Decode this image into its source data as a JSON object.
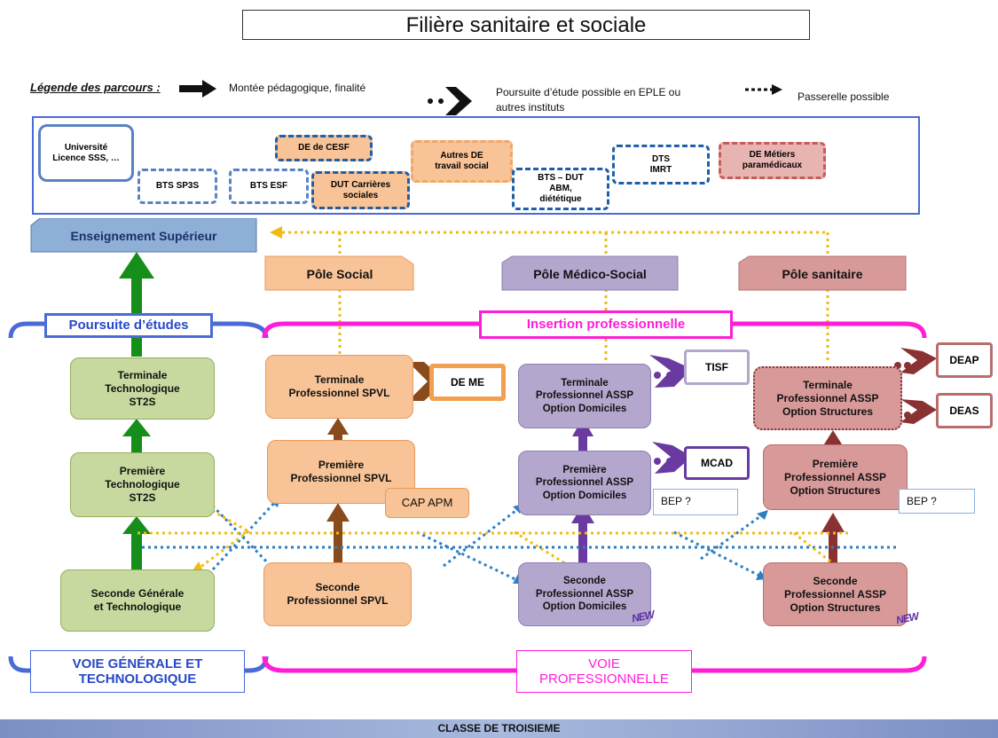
{
  "title": "Filière sanitaire et sociale",
  "legend": {
    "label": "Légende des parcours :",
    "item1": "Montée pédagogique, finalité",
    "item2_line1": "Poursuite d’étude possible en EPLE ou",
    "item2_line2": "autres instituts",
    "item3": "Passerelle possible"
  },
  "superieur": {
    "universite_l1": "Université",
    "universite_l2": "Licence SSS, …",
    "bts_sp3s": "BTS SP3S",
    "bts_esf": "BTS  ESF",
    "de_cesf": "DE de CESF",
    "dut_cs_l1": "DUT Carrières",
    "dut_cs_l2": "sociales",
    "autres_de_l1": "Autres DE",
    "autres_de_l2": "travail social",
    "bts_dut_l1": "BTS – DUT",
    "bts_dut_l2": "ABM,",
    "bts_dut_l3": "diététique",
    "dts_l1": "DTS",
    "dts_l2": "IMRT",
    "de_metiers_l1": "DE Métiers",
    "de_metiers_l2": "paramédicaux",
    "label": "Enseignement Supérieur"
  },
  "poles": {
    "social": "Pôle Social",
    "medico": "Pôle Médico-Social",
    "sanitaire": "Pôle sanitaire"
  },
  "sections": {
    "poursuite": "Poursuite d’études",
    "insertion": "Insertion professionnelle",
    "voie_gt_l1": "VOIE GÉNÉRALE ET",
    "voie_gt_l2": "TECHNOLOGIQUE",
    "voie_pro_l1": "VOIE",
    "voie_pro_l2": "PROFESSIONNELLE"
  },
  "nodes": {
    "term_techno": [
      "Terminale",
      "Technologique",
      "ST2S"
    ],
    "prem_techno": [
      "Première",
      "Technologique",
      "ST2S"
    ],
    "seconde_gt": [
      "Seconde Générale",
      "et Technologique"
    ],
    "term_spvl": [
      "Terminale",
      "Professionnel SPVL"
    ],
    "prem_spvl": [
      "Première",
      "Professionnel SPVL"
    ],
    "seconde_spvl": [
      "Seconde",
      "Professionnel SPVL"
    ],
    "term_dom": [
      "Terminale",
      "Professionnel ASSP",
      "Option Domiciles"
    ],
    "prem_dom": [
      "Première",
      "Professionnel ASSP",
      "Option Domiciles"
    ],
    "seconde_dom": [
      "Seconde",
      "Professionnel ASSP",
      "Option Domiciles"
    ],
    "term_struct": [
      "Terminale",
      "Professionnel ASSP",
      "Option Structures"
    ],
    "prem_struct": [
      "Première",
      "Professionnel ASSP",
      "Option Structures"
    ],
    "seconde_struct": [
      "Seconde",
      "Professionnel ASSP",
      "Option Structures"
    ]
  },
  "outcomes": {
    "de_me": "DE ME",
    "tisf": "TISF",
    "mcad": "MCAD",
    "deap": "DEAP",
    "deas": "DEAS",
    "cap_apm": "CAP APM",
    "bep1": "BEP ?",
    "bep2": "BEP ?",
    "new1": "NEW",
    "new2": "NEW"
  },
  "footer": "CLASSE DE TROISIEME",
  "colors": {
    "green": "#168e1a",
    "brown": "#8a4a1c",
    "purple": "#6a3aa0",
    "darkred": "#8a3232",
    "blue_dotted": "#2a7fc4",
    "yellow_dotted": "#f2bb10",
    "magenta": "#ff1dd8",
    "blue_frame": "#4a6ad8"
  }
}
